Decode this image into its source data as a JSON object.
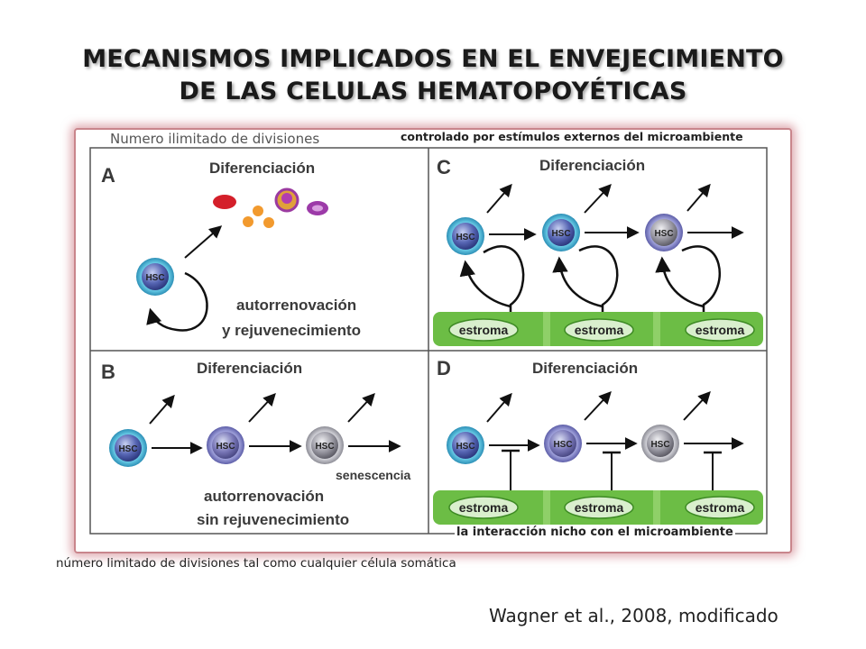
{
  "title": {
    "line1": "MECANISMOS IMPLICADOS EN EL ENVEJECIMIENTO",
    "line2": "DE LAS CELULAS HEMATOPOYÉTICAS"
  },
  "captions": {
    "top_left": "Numero ilimitado de divisiones",
    "top_right": "controlado por estímulos externos del microambiente",
    "bottom_right": "la interacción nicho con el microambiente",
    "bottom": "número limitado de divisiones tal como cualquier célula somática"
  },
  "citation": "Wagner et al., 2008, modificado",
  "panels": {
    "A": {
      "letter": "A",
      "differentiation": "Diferenciación",
      "cell": "HSC",
      "self_renewal_line1": "autorrenovación",
      "self_renewal_line2": "y rejuvenecimiento"
    },
    "B": {
      "letter": "B",
      "differentiation": "Diferenciación",
      "cells": [
        "HSC",
        "HSC",
        "HSC"
      ],
      "senescence": "senescencia",
      "self_renewal_line1": "autorrenovación",
      "self_renewal_line2": "sin rejuvenecimiento"
    },
    "C": {
      "letter": "C",
      "differentiation": "Diferenciación",
      "cells": [
        "HSC",
        "HSC",
        "HSC"
      ],
      "stroma": [
        "estroma",
        "estroma",
        "estroma"
      ]
    },
    "D": {
      "letter": "D",
      "differentiation": "Diferenciación",
      "cells": [
        "HSC",
        "HSC",
        "HSC"
      ],
      "stroma": [
        "estroma",
        "estroma",
        "estroma"
      ]
    }
  },
  "colors": {
    "stroma_green": "#6cbd45",
    "hsc_outer": "#3aa7c9",
    "hsc_inner_blue": "#4a5aa8",
    "hsc_inner_gray": "#8a8a95",
    "frame_glow": "#c9868c"
  }
}
